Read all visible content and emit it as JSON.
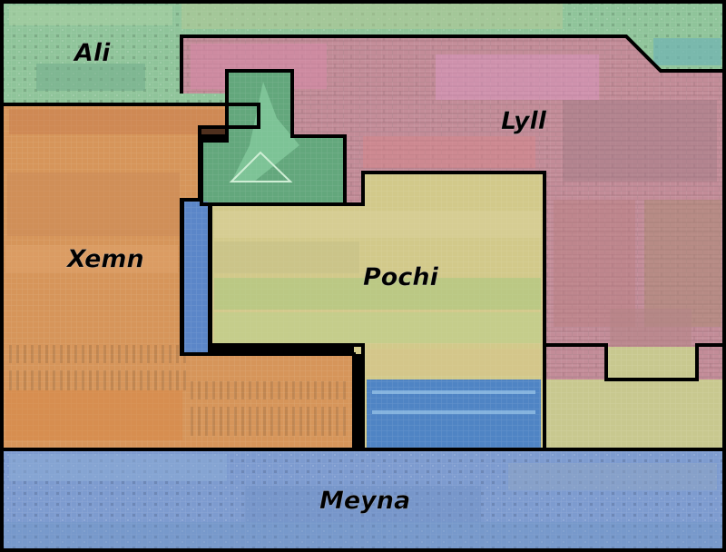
{
  "map": {
    "regions": [
      {
        "key": "ali",
        "name": "Ali",
        "color": "#8fc49a"
      },
      {
        "key": "lyll",
        "name": "Lyll",
        "color": "#c38c98"
      },
      {
        "key": "xemn",
        "name": "Xemn",
        "color": "#d6955a"
      },
      {
        "key": "pochi",
        "name": "Pochi",
        "color": "#d2c98a"
      },
      {
        "key": "meyna",
        "name": "Meyna",
        "color": "#7d9bcf"
      }
    ],
    "central_tower": {
      "color": "#63a77c"
    },
    "water_channel": {
      "color": "#5b86c8"
    },
    "lower_pool": {
      "color": "#4f84c4"
    }
  }
}
